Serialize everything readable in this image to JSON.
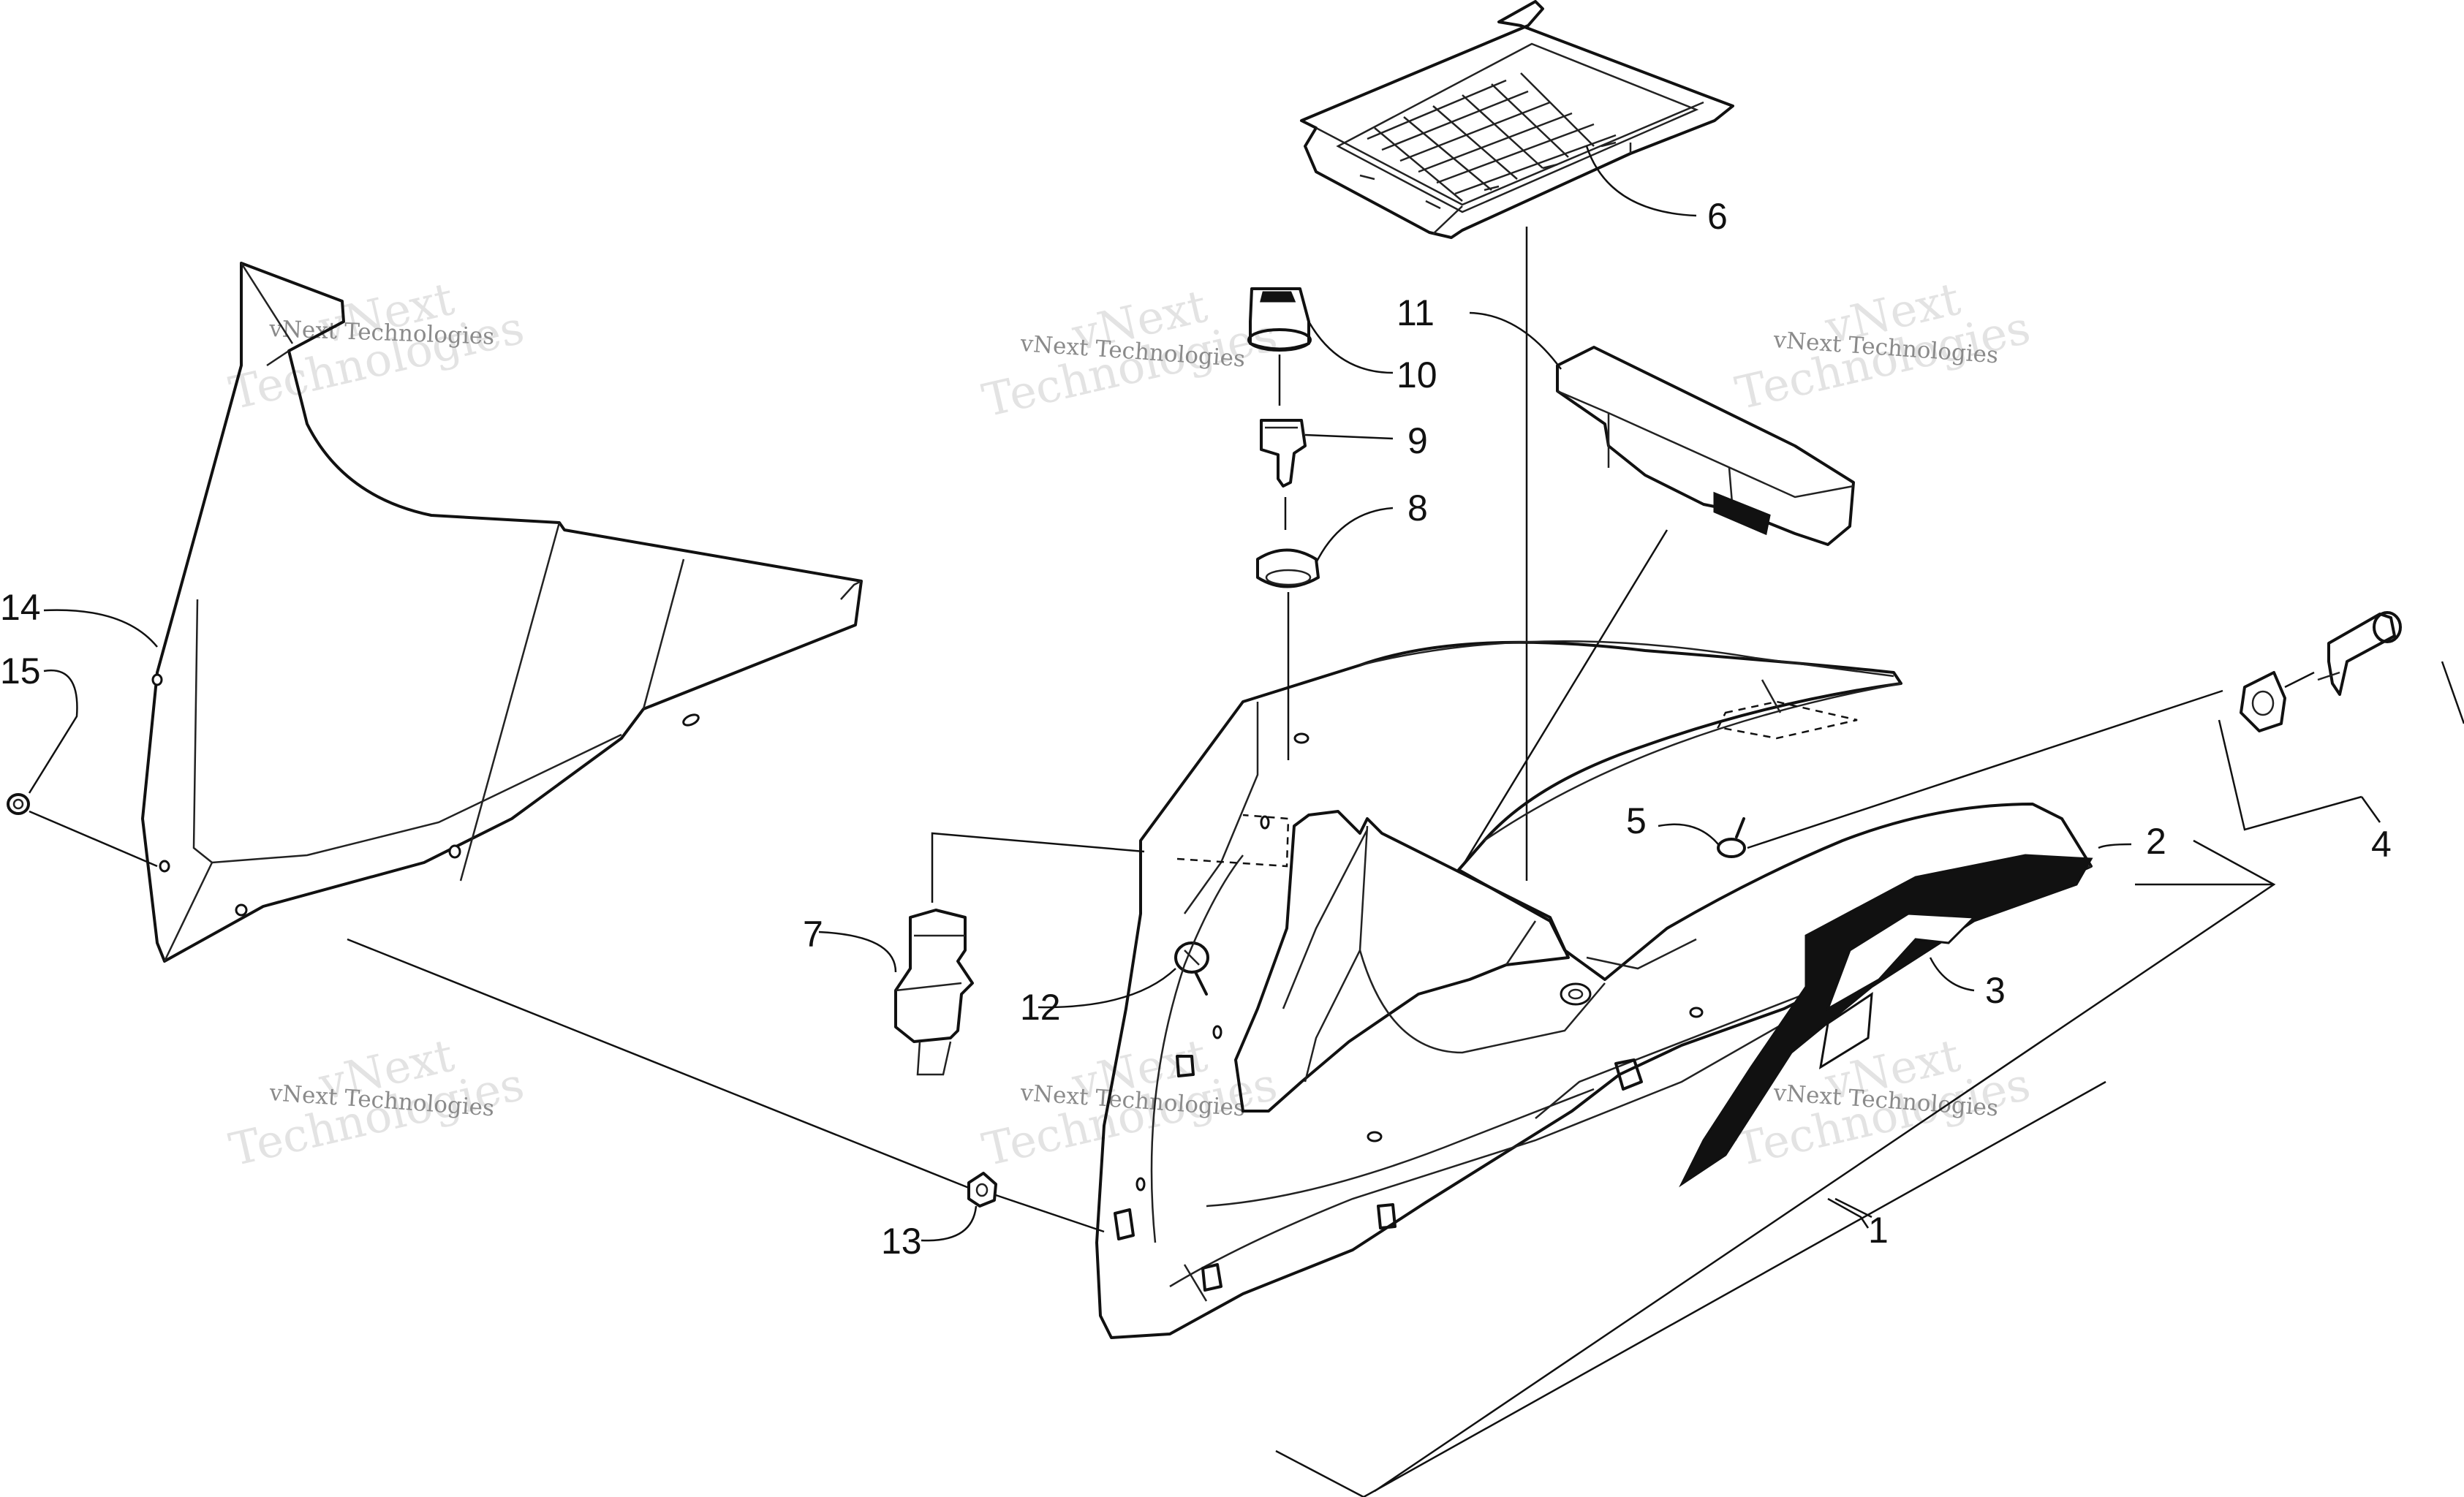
{
  "diagram": {
    "watermark": {
      "top_line": "vNext",
      "big_line": "Technologies",
      "small_line": "vNext Technologies"
    },
    "callouts": [
      {
        "id": "c1",
        "text": "1"
      },
      {
        "id": "c2",
        "text": "2"
      },
      {
        "id": "c3",
        "text": "3"
      },
      {
        "id": "c4",
        "text": "4"
      },
      {
        "id": "c5",
        "text": "5"
      },
      {
        "id": "c6",
        "text": "6"
      },
      {
        "id": "c7",
        "text": "7"
      },
      {
        "id": "c8",
        "text": "8"
      },
      {
        "id": "c9",
        "text": "9"
      },
      {
        "id": "c10",
        "text": "10"
      },
      {
        "id": "c11",
        "text": "11"
      },
      {
        "id": "c12",
        "text": "12"
      },
      {
        "id": "c13",
        "text": "13"
      },
      {
        "id": "c14",
        "text": "14"
      },
      {
        "id": "c15",
        "text": "15"
      }
    ]
  }
}
